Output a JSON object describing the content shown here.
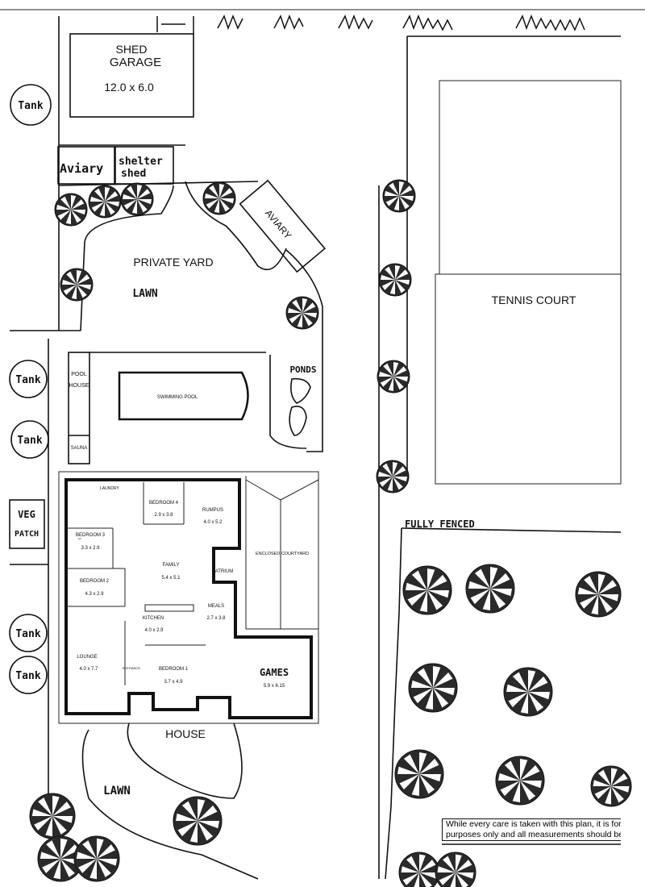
{
  "site": {
    "shed": {
      "title": "SHED",
      "subtitle": "GARAGE",
      "size": "12.0 x 6.0"
    },
    "tank_label": "Tank",
    "aviary_small": "Aviary",
    "shelter_shed": [
      "shelter",
      "shed"
    ],
    "aviary_large": "AVIARY",
    "private_yard": "PRIVATE YARD",
    "lawn_top": "LAWN",
    "pool_house": [
      "POOL",
      "HOUSE"
    ],
    "sauna": "SAUNA",
    "swimming_pool": "SWIMMING POOL",
    "ponds": "PONDS",
    "veg_patch": [
      "VEG",
      "PATCH"
    ],
    "tennis_court": "TENNIS COURT",
    "fully_fenced": "FULLY FENCED",
    "house_label": "HOUSE",
    "lawn_bottom": "LAWN",
    "disclaimer": [
      "While every care is taken with this plan, it is for illustration",
      "purposes only and all measurements should be verified"
    ]
  },
  "house": {
    "rooms": [
      {
        "name": "LAUNDRY",
        "size": ""
      },
      {
        "name": "BEDROOM 4",
        "size": "2.9 x 3.8"
      },
      {
        "name": "RUMPUS",
        "size": "4.0 x 5.2"
      },
      {
        "name": "BEDROOM 3",
        "size": "3.3 x 2.9"
      },
      {
        "name": "FAMILY",
        "size": "5.4 x 5.1"
      },
      {
        "name": "ATRIUM",
        "size": ""
      },
      {
        "name": "BEDROOM 2",
        "size": "4.3 x 2.9"
      },
      {
        "name": "MEALS",
        "size": "2.7 x 3.8"
      },
      {
        "name": "KITCHEN",
        "size": "4.0 x 2.9"
      },
      {
        "name": "LOUNGE",
        "size": "4.0 x 7.7"
      },
      {
        "name": "ENTRANCE",
        "size": ""
      },
      {
        "name": "BEDROOM 1",
        "size": "3.7 x 4.9"
      },
      {
        "name": "GAMES",
        "size": "5.9 x 6.15"
      },
      {
        "name": "ENCLOSED COURTYARD",
        "size": ""
      }
    ],
    "robe_label": "w/r"
  }
}
